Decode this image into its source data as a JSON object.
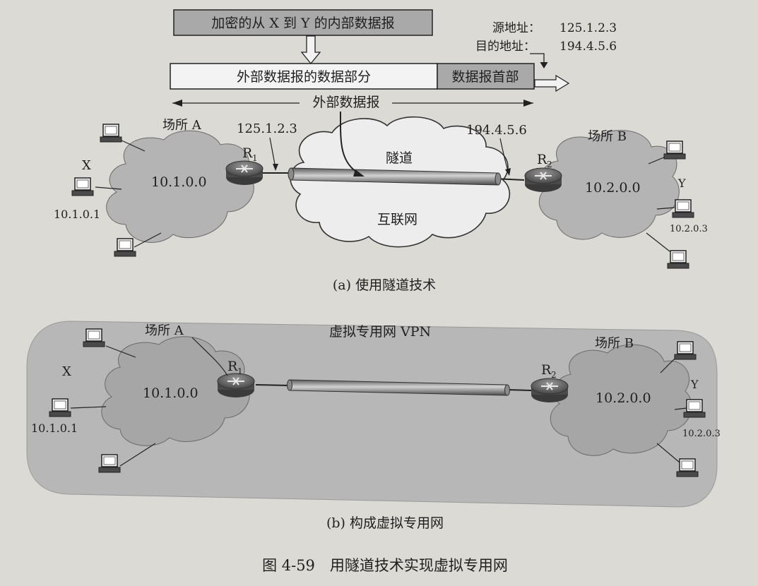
{
  "part_a": {
    "encrypted_datagram": "加密的从 X 到 Y 的内部数据报",
    "src_label": "源地址：",
    "src_value": "125.1.2.3",
    "dst_label": "目的地址：",
    "dst_value": "194.4.5.6",
    "outer_data_part": "外部数据报的数据部分",
    "outer_header": "数据报首部",
    "outer_datagram": "外部数据报",
    "site_a": "场所 A",
    "site_b": "场所 B",
    "router1": "R",
    "router1_sub": "1",
    "router2": "R",
    "router2_sub": "2",
    "r1_ip": "125.1.2.3",
    "r2_ip": "194.4.5.6",
    "tunnel": "隧道",
    "internet": "互联网",
    "net_a": "10.1.0.0",
    "net_b": "10.2.0.0",
    "host_x": "X",
    "host_x_ip": "10.1.0.1",
    "host_y": "Y",
    "host_y_ip": "10.2.0.3",
    "caption": "(a) 使用隧道技术"
  },
  "part_b": {
    "site_a": "场所 A",
    "site_b": "场所 B",
    "vpn": "虚拟专用网 VPN",
    "router1": "R",
    "router1_sub": "1",
    "router2": "R",
    "router2_sub": "2",
    "net_a": "10.1.0.0",
    "net_b": "10.2.0.0",
    "host_x": "X",
    "host_x_ip": "10.1.0.1",
    "host_y": "Y",
    "host_y_ip": "10.2.0.3",
    "caption": "(b) 构成虚拟专用网"
  },
  "figure_caption": "图 4-59　用隧道技术实现虚拟专用网",
  "colors": {
    "page": "#dcdad5",
    "box_fill": "#a9a9a9",
    "cloud_a": "#b4b4b4",
    "internet_cloud": "#ededed",
    "vpn_band": "#b7b7b7",
    "tunnel": "#7a7a7a"
  }
}
